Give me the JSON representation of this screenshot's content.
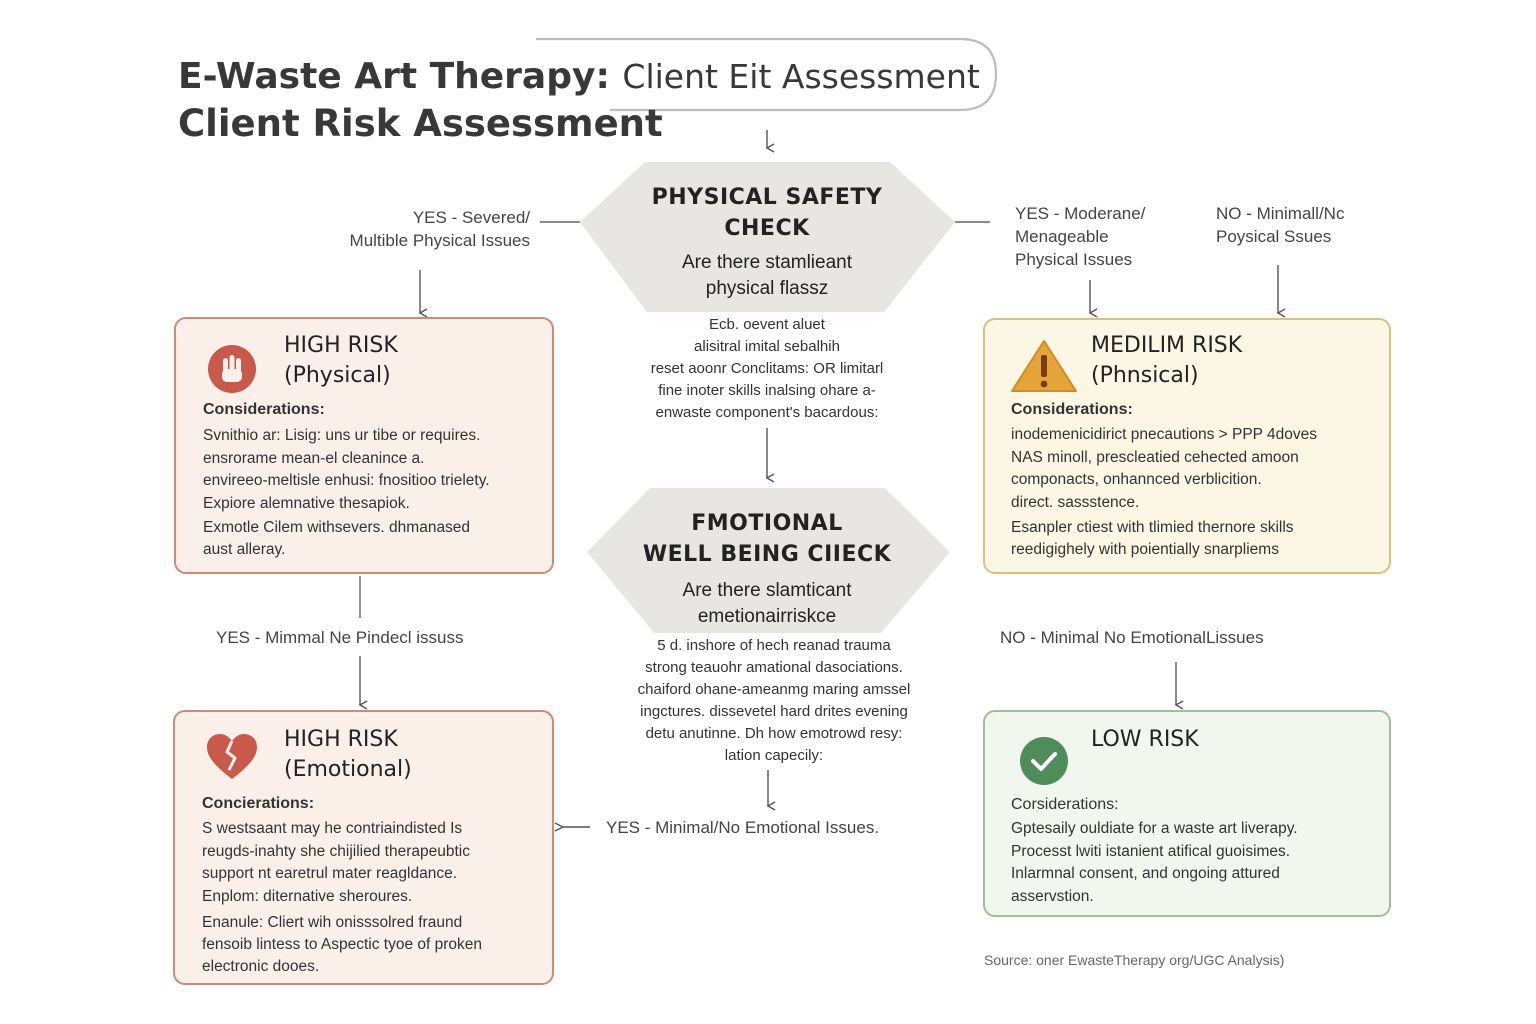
{
  "header": {
    "title_main": "E-Waste Art Therapy:",
    "title_sub": "Client Eit Assessment",
    "title_line2": "Client Risk Assessment"
  },
  "physical_check": {
    "title_line1": "PHYSICAL SAFETY",
    "title_line2": "CHECK",
    "question_line1": "Are there stamlieant",
    "question_line2": "physical flassz",
    "note": [
      "Ecb. oevent aluet",
      "alisitral imital sebalhih",
      "reset aoonr Conclitams: OR limitarl",
      "fine inoter skills inalsing ohare a-",
      "enwaste component's bacardous:"
    ]
  },
  "emotional_check": {
    "title_line1": "FMOTIONAL",
    "title_line2": "WELL BEING CIIECK",
    "question_line1": "Are there slamticant",
    "question_line2": "emetionairriskce",
    "note": [
      "5 d. inshore of hech reanad trauma",
      "strong teauohr amational dasociations.",
      "chaiford ohane-ameanmg maring amssel",
      "ingctures. dissevetel hard drites evening",
      "detu anutinne. Dh how emotrowd resy:",
      "lation capecily:"
    ]
  },
  "labels": {
    "yes_severe_line1": "YES - Severed/",
    "yes_severe_line2": "Multible Physical Issues",
    "yes_moderate_line1": "YES - Moderane/",
    "yes_moderate_line2": "Menageable",
    "yes_moderate_line3": "Physical Issues",
    "no_minimal_phys_line1": "NO - Minimall/Nc",
    "no_minimal_phys_line2": "Poysical Ssues",
    "yes_minimal_phys": "YES - Mimmal Ne Pindecl issuss",
    "no_minimal_emot": "NO - Minimal No EmotionalLissues",
    "yes_minimal_emot": "YES - Minimal/No Emotional Issues."
  },
  "boxes": {
    "high_physical": {
      "title_line1": "HIGH RISK",
      "title_line2": "(Physical)",
      "considerations": "Considerations:",
      "body": [
        "Svnithio ar: Lisig: uns ur tibe or requires.",
        "ensrorame mean-el cleanince a.",
        "envireeo-meltisle enhusi: fnositioo trielety.",
        "Expiore alemnative thesapiok."
      ],
      "example": [
        "Exmotle Cilem withsevers. dhmanased",
        "aust alleray."
      ]
    },
    "medium_physical": {
      "title_line1": "MEDILIM RISK",
      "title_line2": "(Phnsical)",
      "considerations": "Considerations:",
      "body": [
        "inodemenicidirict pnecautions > PPP 4doves",
        "NAS minoll, prescleatied cehected amoon",
        "componacts, onhannced verblicition.",
        "direct. sassstence."
      ],
      "example": [
        "Esanpler ctiest with tlimied thernore skills",
        "reedigighely with poientially snarpliems"
      ]
    },
    "high_emotional": {
      "title_line1": "HIGH RISK",
      "title_line2": "(Emotional)",
      "considerations": "Concierations:",
      "body": [
        "S westsaant may he contriaindisted Is",
        "reugds-inahty she chijilied therapeubtic",
        "support nt earetrul mater reagldance.",
        "Enplom: diternative sheroures."
      ],
      "example": [
        "Enanule: Cliert wih onisssolred fraund",
        "fensoib lintess to Aspectic tyoe of proken",
        "electronic dooes."
      ]
    },
    "low": {
      "title_line1": "LOW RISK",
      "considerations": "Corsiderations:",
      "body": [
        "Gptesaily ouldiate for a waste art liverapy.",
        "Processt lwiti istanient atifical guoisimes.",
        "Inlarmnal consent, and ongoing attured",
        "asservstion."
      ]
    }
  },
  "footer": {
    "source": "Source: oner EwasteTherapy org/UGC Analysis)"
  },
  "colors": {
    "red_accent": "#c9594a",
    "yellow_accent": "#e6a43a",
    "green_accent": "#4f8c5a",
    "diamond_fill": "#e7e6e3"
  },
  "icons": {
    "high_physical": "hand-icon",
    "medium_physical": "warning-icon",
    "high_emotional": "broken-heart-icon",
    "low": "check-circle-icon"
  }
}
